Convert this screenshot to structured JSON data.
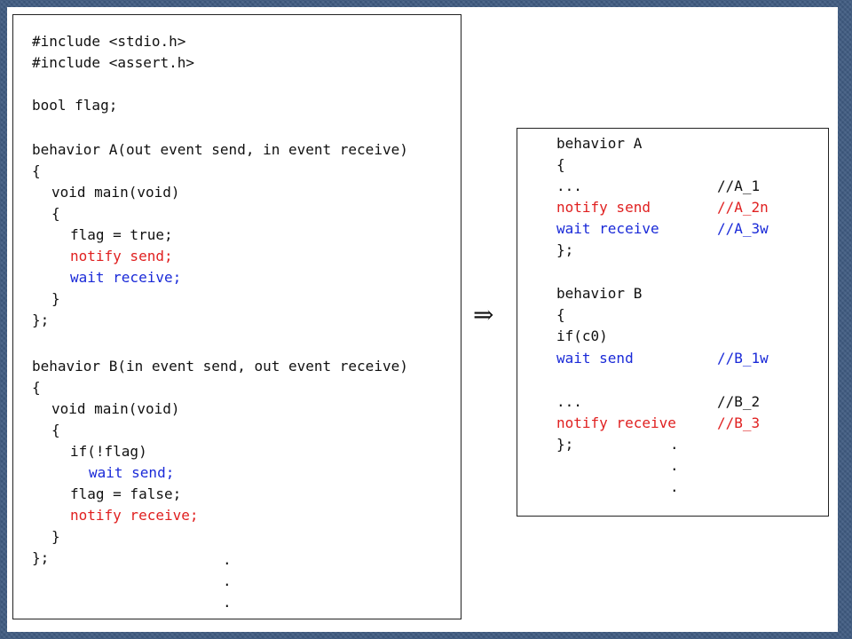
{
  "left_code": {
    "include1": "#include <stdio.h>",
    "include2": "#include <assert.h>",
    "bool_decl": "bool flag;",
    "behavior_a_sig": "behavior A(out event send, in event receive)",
    "open1": "{",
    "void_main_a": "void main(void)",
    "open2": "{",
    "flag_true": "flag = true;",
    "notify_send": "notify send;",
    "wait_receive": "wait receive;",
    "close2": "}",
    "close1": "};",
    "behavior_b_sig": "behavior B(in event send, out event receive)",
    "open3": "{",
    "void_main_b": "void main(void)",
    "open4": "{",
    "if_not_flag": "if(!flag)",
    "wait_send": "wait send;",
    "flag_false": "flag = false;",
    "notify_receive": "notify receive;",
    "close4": "}",
    "close3": "};",
    "dots": "."
  },
  "arrow": "⇒",
  "right_code": {
    "behavior_a": "behavior A",
    "open_a": "{",
    "ellipsis_a": "...",
    "comment_a1": "//A_1",
    "notify_send": "notify send",
    "comment_a2n": "//A_2n",
    "wait_receive": "wait receive",
    "comment_a3w": "//A_3w",
    "close_a": "};",
    "behavior_b": "behavior B",
    "open_b": "{",
    "if_c0": "if(c0)",
    "wait_send": "wait send",
    "comment_b1w": "//B_1w",
    "ellipsis_b": "...",
    "comment_b2": "//B_2",
    "notify_receive": "notify receive",
    "comment_b3": "//B_3",
    "close_b": "};",
    "dots": "."
  },
  "colors": {
    "notify": "#e02020",
    "wait": "#1a2ad8",
    "background": "#3e5a80"
  }
}
